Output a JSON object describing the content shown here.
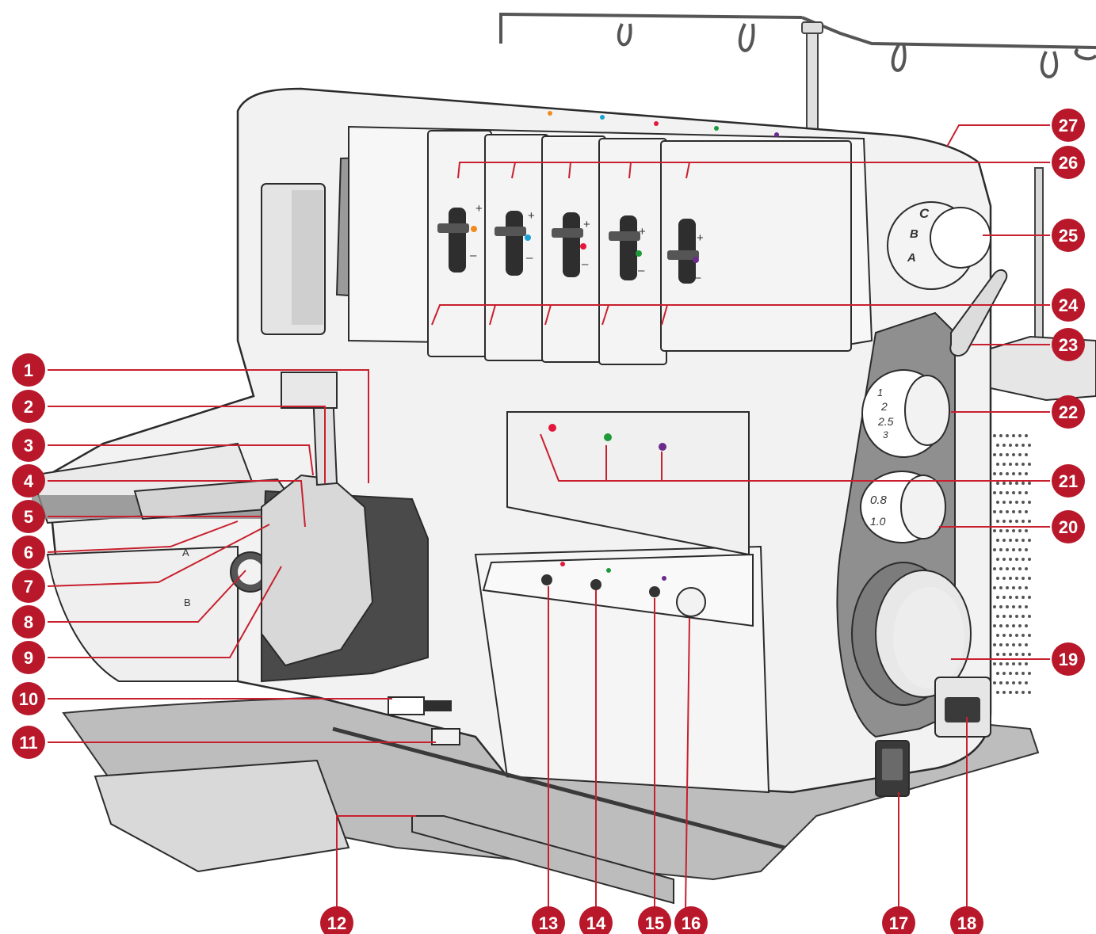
{
  "colors": {
    "accent": "#b8182a",
    "leader": "#c8202e",
    "outline": "#2b2b2b",
    "body": "#f2f2f2",
    "shadow": "#d6d6d6",
    "dark": "#3a3a3a",
    "panel": "#8f8f8f",
    "dot_orange": "#f28a1c",
    "dot_cyan": "#1ba3d6",
    "dot_red": "#e3173b",
    "dot_green": "#1e9a38",
    "dot_purple": "#6b2a8c"
  },
  "callouts": [
    {
      "number": "1"
    },
    {
      "number": "2"
    },
    {
      "number": "3"
    },
    {
      "number": "4"
    },
    {
      "number": "5"
    },
    {
      "number": "6"
    },
    {
      "number": "7"
    },
    {
      "number": "8"
    },
    {
      "number": "9"
    },
    {
      "number": "10"
    },
    {
      "number": "11"
    },
    {
      "number": "12"
    },
    {
      "number": "13"
    },
    {
      "number": "14"
    },
    {
      "number": "15"
    },
    {
      "number": "16"
    },
    {
      "number": "17"
    },
    {
      "number": "18"
    },
    {
      "number": "19"
    },
    {
      "number": "20"
    },
    {
      "number": "21"
    },
    {
      "number": "22"
    },
    {
      "number": "23"
    },
    {
      "number": "24"
    },
    {
      "number": "25"
    },
    {
      "number": "26"
    },
    {
      "number": "27"
    }
  ],
  "dials": {
    "stitch_length": [
      "1",
      "2",
      "2.5",
      "3"
    ],
    "differential_feed": [
      "0.8",
      "1.0"
    ],
    "selector": [
      "C",
      "B",
      "A"
    ]
  },
  "looper_labels": [
    "A",
    "B"
  ],
  "tension_marks": {
    "plus": "+",
    "minus": "–"
  }
}
